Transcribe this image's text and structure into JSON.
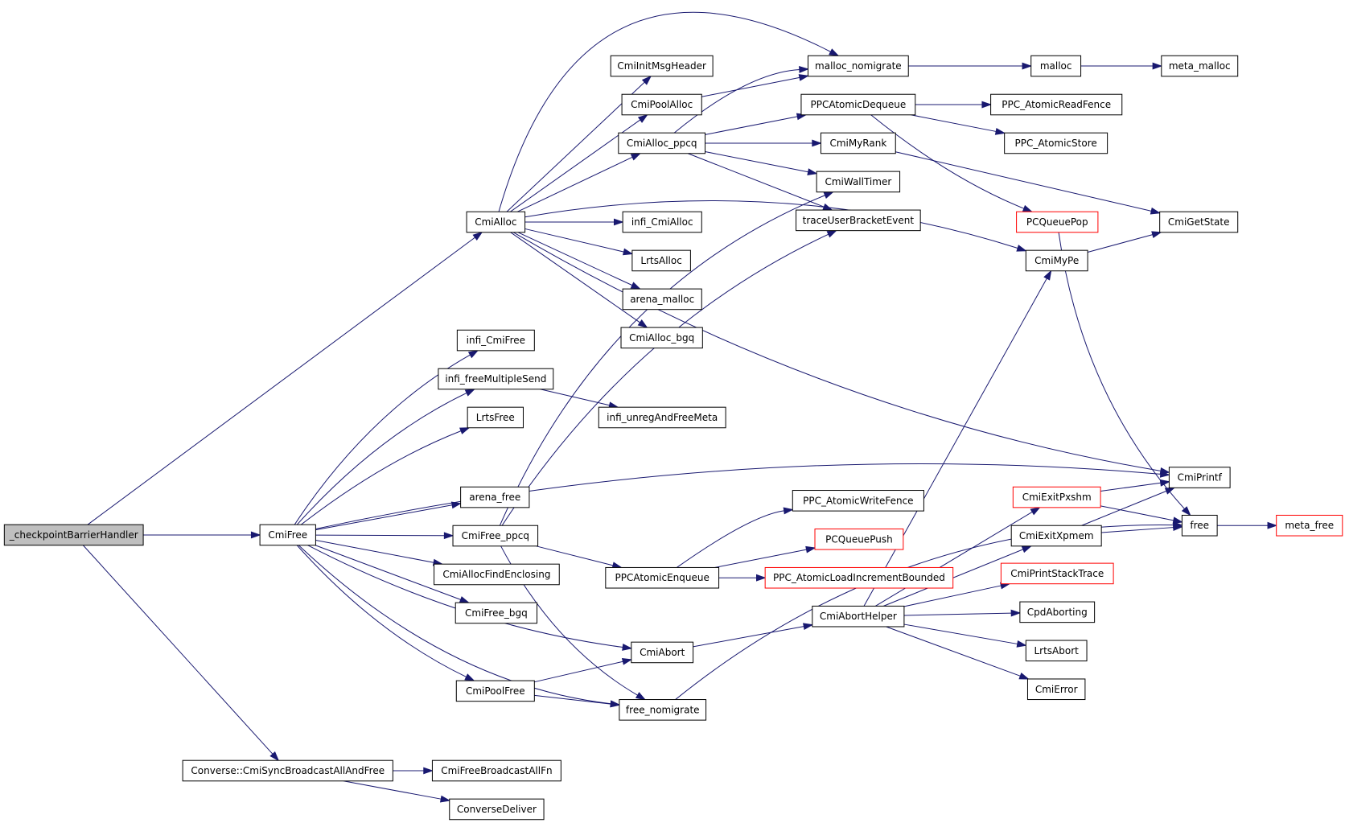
{
  "colors": {
    "edge": "#191970",
    "node_border": "#000000",
    "truncated_border": "#ff0000",
    "root_fill": "#bfbfbf"
  },
  "nodes": {
    "checkpoint": "_checkpointBarrierHandler",
    "cmialloc": "CmiAlloc",
    "cmifree": "CmiFree",
    "syncbcast": "Converse::CmiSyncBroadcastAllAndFree",
    "cmiinitmsgheader": "CmiInitMsgHeader",
    "cmipoolalloc": "CmiPoolAlloc",
    "cmialloc_ppcq": "CmiAlloc_ppcq",
    "infi_cmialloc": "infi_CmiAlloc",
    "lrtsalloc": "LrtsAlloc",
    "arena_malloc": "arena_malloc",
    "cmialloc_bgq": "CmiAlloc_bgq",
    "malloc_nomigrate": "malloc_nomigrate",
    "malloc": "malloc",
    "meta_malloc": "meta_malloc",
    "ppcatomicdequeue": "PPCAtomicDequeue",
    "ppc_atomicreadfence": "PPC_AtomicReadFence",
    "ppc_atomicstore": "PPC_AtomicStore",
    "cmimyrank": "CmiMyRank",
    "cmiwalltimer": "CmiWallTimer",
    "tracebracket": "traceUserBracketEvent",
    "pcqueuepop": "PCQueuePop",
    "cmigetstate": "CmiGetState",
    "cmimype": "CmiMyPe",
    "infi_cmifree": "infi_CmiFree",
    "infi_freemultiplesend": "infi_freeMultipleSend",
    "infi_unregandfreemeta": "infi_unregAndFreeMeta",
    "lrtsfree": "LrtsFree",
    "arena_free": "arena_free",
    "cmifree_ppcq": "CmiFree_ppcq",
    "cmiallocfindenclosing": "CmiAllocFindEnclosing",
    "cmifree_bgq": "CmiFree_bgq",
    "cmiabort": "CmiAbort",
    "cmipoolfree": "CmiPoolFree",
    "free_nomigrate": "free_nomigrate",
    "cmifreebcastallfn": "CmiFreeBroadcastAllFn",
    "conversedeliver": "ConverseDeliver",
    "ppc_atomicwritefence": "PPC_AtomicWriteFence",
    "pcqueuepush": "PCQueuePush",
    "ppcatomicenqueue": "PPCAtomicEnqueue",
    "ppc_loadincbounded": "PPC_AtomicLoadIncrementBounded",
    "cmiaborthelper": "CmiAbortHelper",
    "cmiprintf": "CmiPrintf",
    "cmiexitpxshm": "CmiExitPxshm",
    "cmiexitxpmem": "CmiExitXpmem",
    "free": "free",
    "meta_free": "meta_free",
    "cmiprintstacktrace": "CmiPrintStackTrace",
    "cpdaborting": "CpdAborting",
    "lrtsabort": "LrtsAbort",
    "cmierror": "CmiError"
  }
}
